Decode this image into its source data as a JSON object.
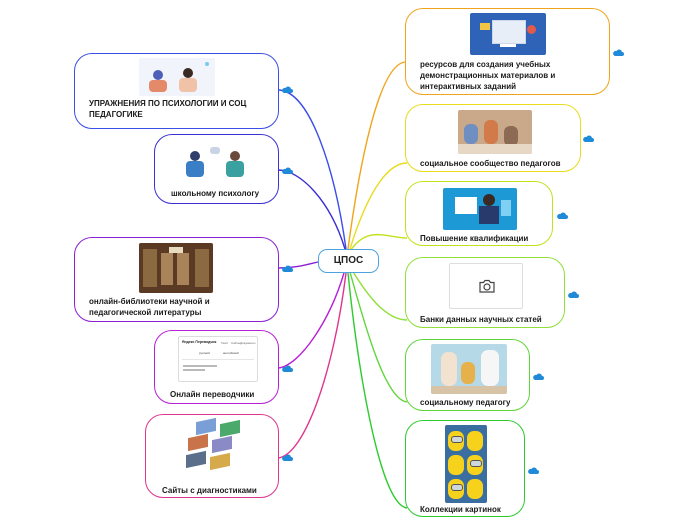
{
  "center": {
    "label": "ЦПОС"
  },
  "nodes": {
    "resources": {
      "label": "ресурсов для создания учебных демонстрационных материалов и интерактивных заданий",
      "color": "#f0a41c"
    },
    "community": {
      "label": "социальное сообщество педагогов",
      "color": "#e8dc1c"
    },
    "qualification": {
      "label": "Повышение квалификации",
      "color": "#c2e21c"
    },
    "articles": {
      "label": "Банки данных научных статей",
      "color": "#8fe03a"
    },
    "social_teacher": {
      "label": "социальному педагогу",
      "color": "#5ed63a"
    },
    "pictures": {
      "label": "Коллекции картинок",
      "color": "#2ecb2e"
    },
    "exercises": {
      "label": "УПРАЖНЕНИЯ ПО ПСИХОЛОГИИ И СОЦ ПЕДАГОГИКЕ",
      "color": "#3b4ee8"
    },
    "school_psychologist": {
      "label": "школьному психологу",
      "color": "#3a30d6"
    },
    "libraries": {
      "label": "онлайн-библиотеки научной и педагогической литературы",
      "color": "#8a1fd6"
    },
    "translators": {
      "label": "Онлайн переводчики",
      "color": "#b81fd6"
    },
    "diagnostics": {
      "label": "Сайты с диагностиками",
      "color": "#e0358e"
    }
  },
  "translator_thumb": {
    "brand": "Яндекс Переводчик",
    "tabs": [
      "Текст",
      "Сайты",
      "Документы"
    ],
    "langs": [
      "русский",
      "английский"
    ]
  },
  "cloud_icon": "cloud-icon",
  "camera_icon": "camera-icon"
}
